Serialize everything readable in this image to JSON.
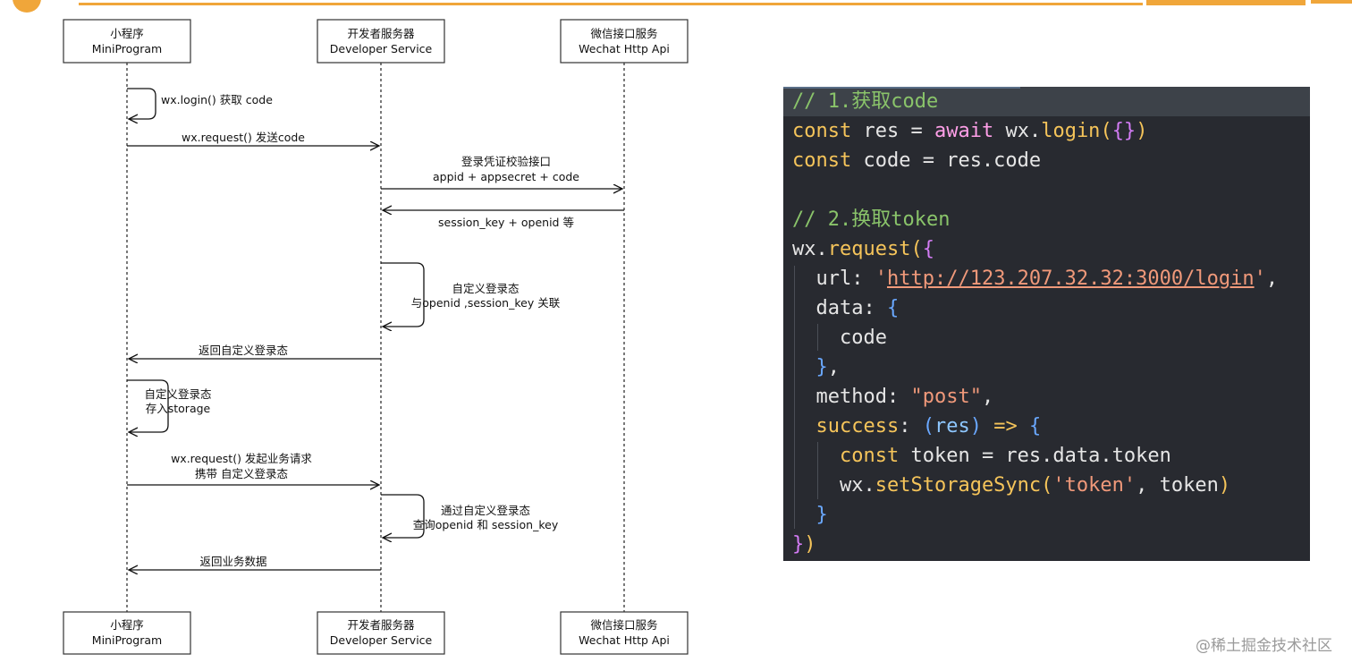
{
  "diagram": {
    "lifelines": [
      {
        "name_cn": "小程序",
        "name_en": "MiniProgram"
      },
      {
        "name_cn": "开发者服务器",
        "name_en": "Developer Service"
      },
      {
        "name_cn": "微信接口服务",
        "name_en": "Wechat Http Api"
      }
    ],
    "messages": [
      {
        "id": "m1",
        "lines": [
          "wx.login() 获取 code"
        ]
      },
      {
        "id": "m2",
        "lines": [
          "wx.request() 发送code"
        ]
      },
      {
        "id": "m3",
        "lines": [
          "登录凭证校验接口",
          "appid + appsecret + code"
        ]
      },
      {
        "id": "m4",
        "lines": [
          "session_key + openid 等"
        ]
      },
      {
        "id": "m5",
        "lines": [
          "自定义登录态",
          "与openid ,session_key 关联"
        ]
      },
      {
        "id": "m6",
        "lines": [
          "返回自定义登录态"
        ]
      },
      {
        "id": "m7",
        "lines": [
          "自定义登录态",
          "存入storage"
        ]
      },
      {
        "id": "m8",
        "lines": [
          "wx.request() 发起业务请求",
          "携带 自定义登录态"
        ]
      },
      {
        "id": "m9",
        "lines": [
          "通过自定义登录态",
          "查询openid 和 session_key"
        ]
      },
      {
        "id": "m10",
        "lines": [
          "返回业务数据"
        ]
      }
    ]
  },
  "code": {
    "lines": [
      "// 1.获取code",
      "const res = await wx.login({})",
      "const code = res.code",
      "",
      "// 2.换取token",
      "wx.request({",
      "  url: 'http://123.207.32.32:3000/login',",
      "  data: {",
      "    code",
      "  },",
      "  method: \"post\",",
      "  success: (res) => {",
      "    const token = res.data.token",
      "    wx.setStorageSync('token', token)",
      "  }",
      "})"
    ]
  },
  "watermark": "@稀土掘金技术社区",
  "colors": {
    "top_bar": "#f0a63a",
    "code_bg": "#282a30",
    "code_comment": "#8ac46a",
    "code_keyword": "#f5c45a",
    "code_string": "#f0997a"
  }
}
